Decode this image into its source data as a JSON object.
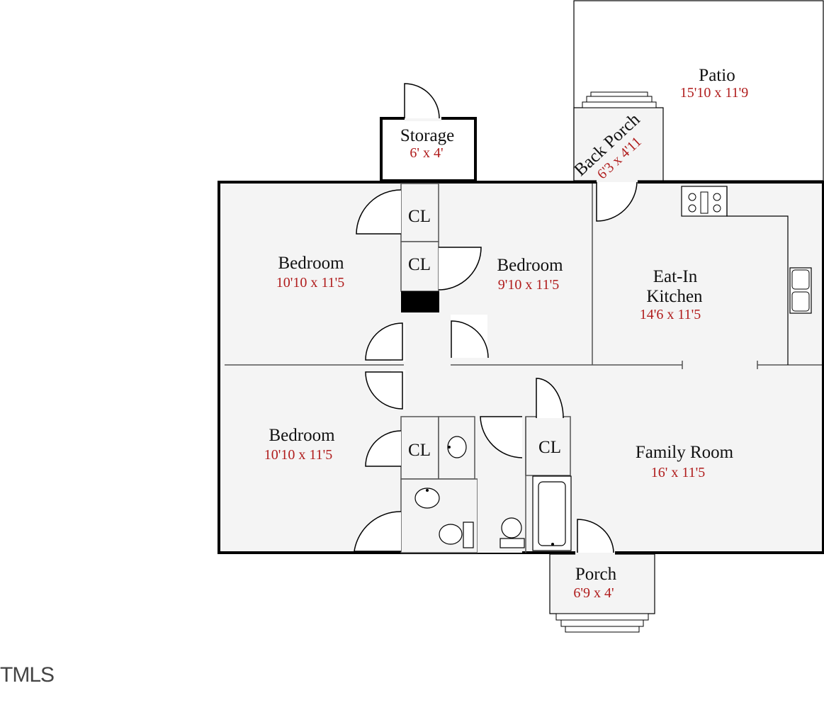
{
  "rooms": {
    "patio": {
      "name": "Patio",
      "dims": "15'10 x 11'9"
    },
    "storage": {
      "name": "Storage",
      "dims": "6' x 4'"
    },
    "back_porch": {
      "name": "Back Porch",
      "dims": "6'3 x 4'11"
    },
    "bedroom_nw": {
      "name": "Bedroom",
      "dims": "10'10 x 11'5"
    },
    "bedroom_n": {
      "name": "Bedroom",
      "dims": "9'10 x 11'5"
    },
    "kitchen": {
      "name_line1": "Eat-In",
      "name_line2": "Kitchen",
      "dims": "14'6 x 11'5"
    },
    "bedroom_sw": {
      "name": "Bedroom",
      "dims": "10'10 x 11'5"
    },
    "family_room": {
      "name": "Family Room",
      "dims": "16' x 11'5"
    },
    "porch": {
      "name": "Porch",
      "dims": "6'9 x 4'"
    }
  },
  "closets": {
    "label": "CL"
  },
  "watermark": {
    "text": "TMLS"
  }
}
